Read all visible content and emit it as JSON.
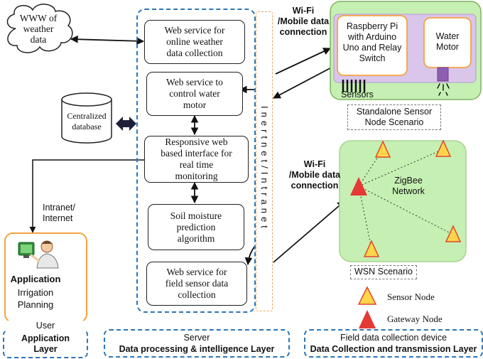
{
  "cloud": {
    "label": "WWW of\nweather\ndata"
  },
  "database": {
    "label": "Centralized\ndatabase"
  },
  "server_boxes": [
    {
      "label": "Web service for\nonline weather\ndata collection"
    },
    {
      "label": "Web service to\ncontrol water\nmotor"
    },
    {
      "label": "Responsive web\nbased interface for\nreal time\nmonitoring"
    },
    {
      "label": "Soil moisture\nprediction\nalgorithm"
    },
    {
      "label": "Web service for\nfield sensor data\ncollection"
    }
  ],
  "internet_bar": {
    "label": "Inertnet/Intranet"
  },
  "wifi_top": {
    "label": "Wi-Fi\n/Mobile data\nconnection"
  },
  "wifi_bottom": {
    "label": "Wi-Fi\n/Mobile data\nconnection"
  },
  "standalone": {
    "pi_label": "Raspberry Pi\nwith Arduino\nUno and Relay\nSwitch",
    "motor_label": "Water\nMotor",
    "sensors_label": "Sensors",
    "scenario_label": "Standalone Sensor\nNode Scenario"
  },
  "wsn": {
    "network_label": "ZigBee\nNetwork",
    "scenario_label": "WSN Scenario"
  },
  "legend": {
    "sensor_node": "Sensor Node",
    "gateway_node": "Gateway Node"
  },
  "intranet_label": "Intranet/\nInternet",
  "user_app": {
    "app_label": "Application",
    "sub_label": "Irrigation\nPlanning"
  },
  "layers": {
    "user_top": "User",
    "user_bold": "Application\nLayer",
    "server_top": "Server",
    "server_bold": "Data processing & intelligence Layer",
    "field_top": "Field data collection device",
    "field_bold": "Data Collection and transmission Layer"
  },
  "colors": {
    "layer_border": "#2e75b6",
    "internet_border": "#f4a460",
    "green_fill": "#c6efb3",
    "purple_fill": "#d9c6ea",
    "orange_border": "#f5a340",
    "sensor_triangle": "#ffd54a",
    "gateway_triangle": "#e53935"
  }
}
